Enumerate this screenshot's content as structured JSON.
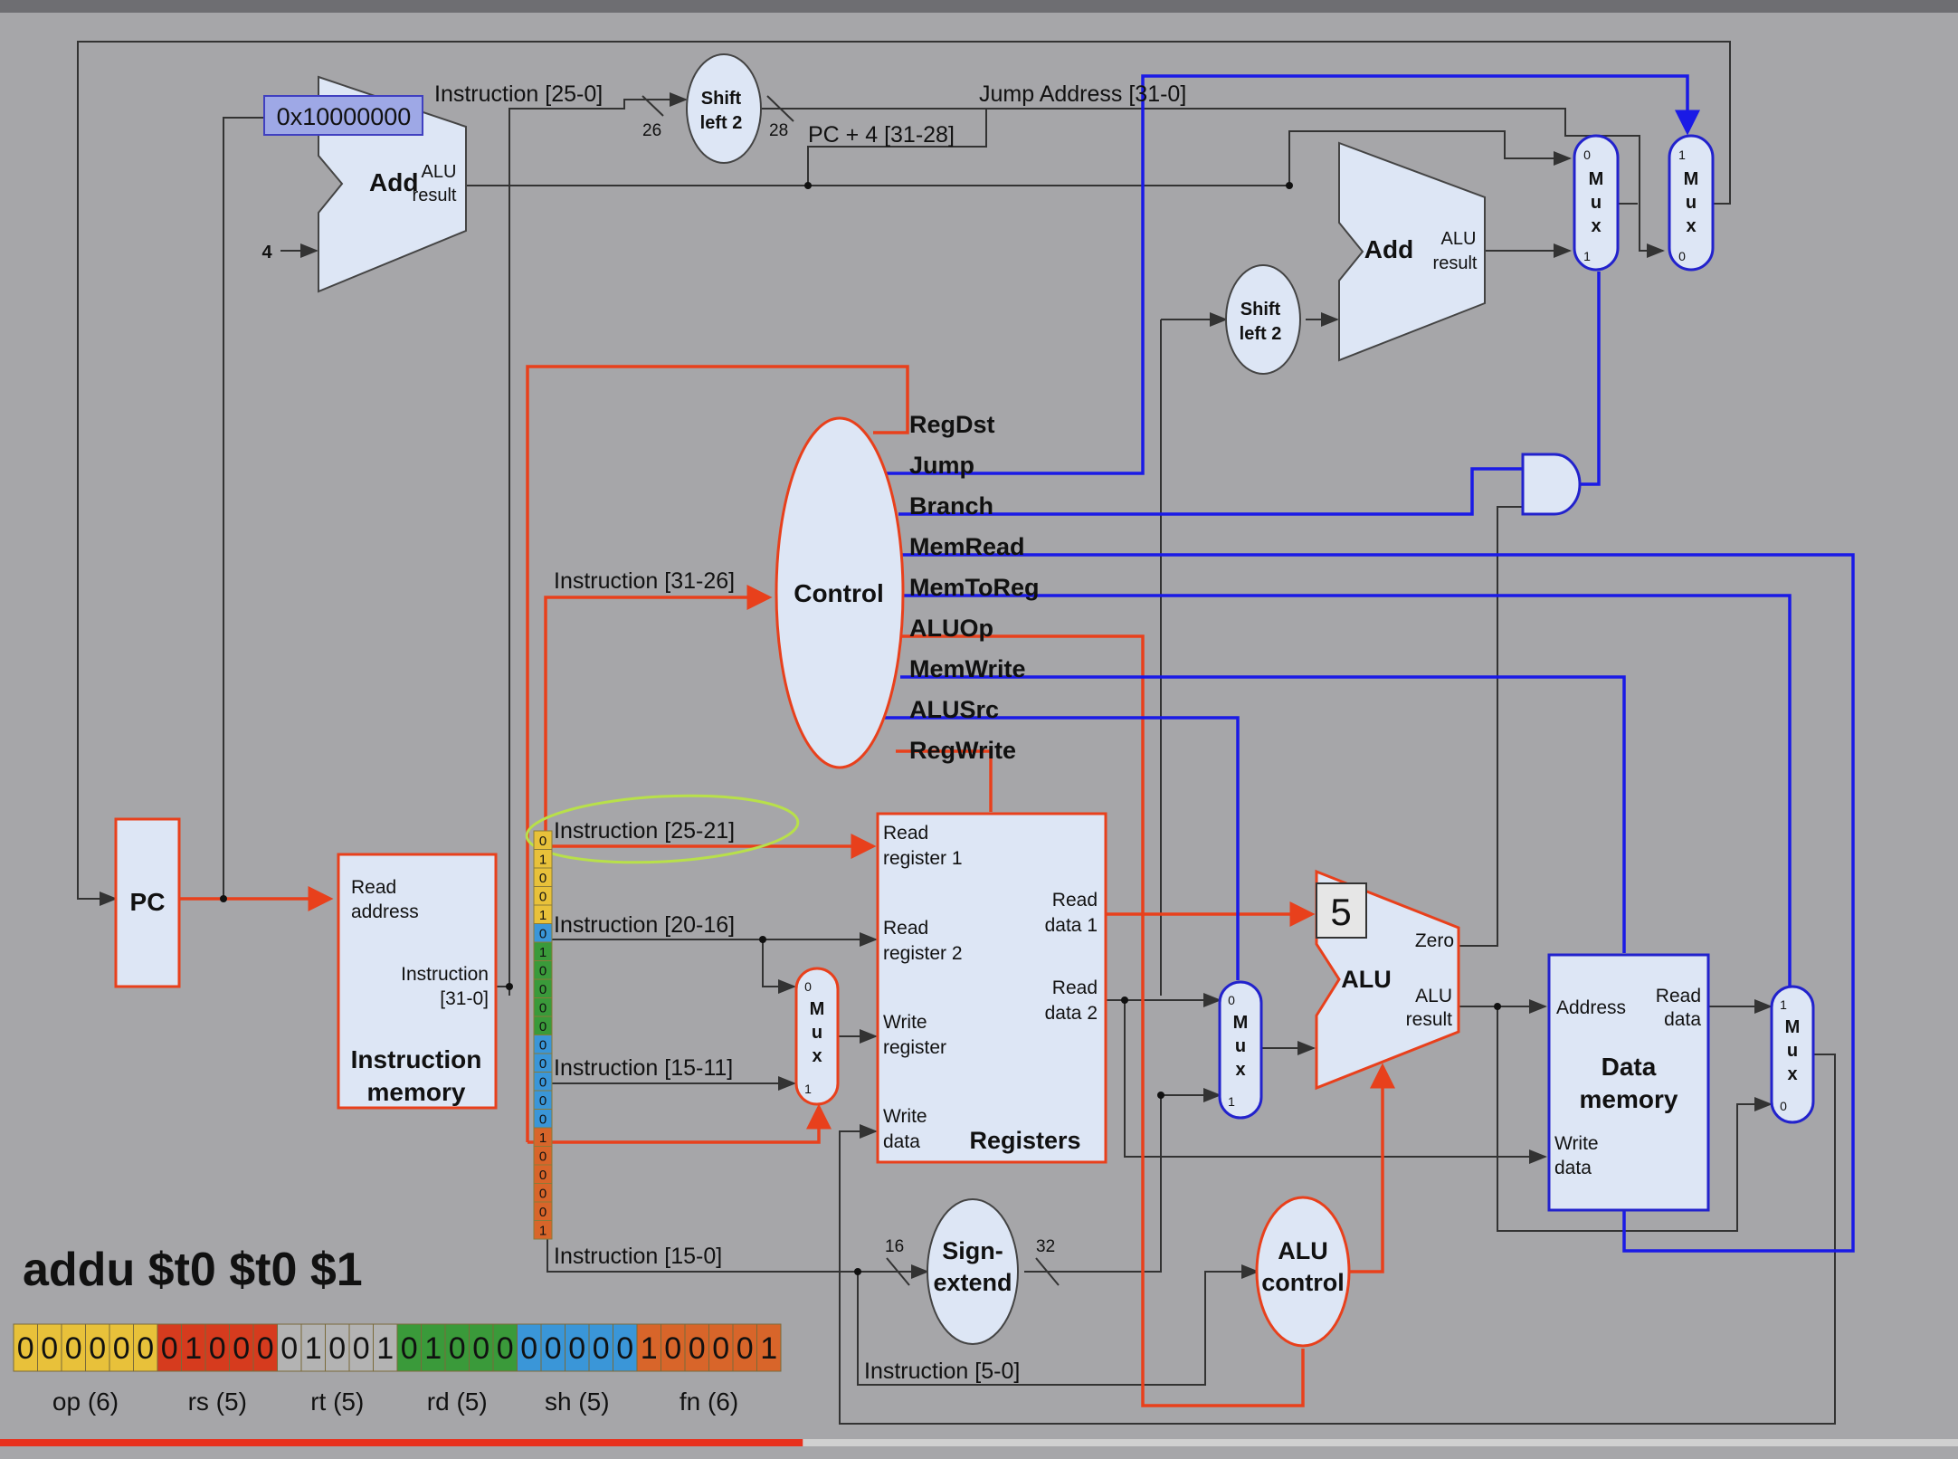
{
  "diagram": {
    "pc_value": "0x10000000",
    "instruction_text": "addu $t0 $t0 $1",
    "alu_badge": "5",
    "units": {
      "add_top": "Add",
      "add_top_result": [
        "ALU",
        "result"
      ],
      "const_four": "4",
      "add_right": "Add",
      "add_right_result": [
        "ALU",
        "result"
      ],
      "shift_top": [
        "Shift",
        "left 2"
      ],
      "shift_mid": [
        "Shift",
        "left 2"
      ],
      "pc": "PC",
      "imem_read_address": [
        "Read",
        "address"
      ],
      "imem_instruction": [
        "Instruction",
        "[31-0]"
      ],
      "imem_title": [
        "Instruction",
        "memory"
      ],
      "control": "Control",
      "reg_read1": [
        "Read",
        "register 1"
      ],
      "reg_read2": [
        "Read",
        "register 2"
      ],
      "reg_write_reg": [
        "Write",
        "register"
      ],
      "reg_write_data": [
        "Write",
        "data"
      ],
      "reg_read_data1": [
        "Read",
        "data 1"
      ],
      "reg_read_data2": [
        "Read",
        "data 2"
      ],
      "reg_title": "Registers",
      "alu": "ALU",
      "alu_zero": "Zero",
      "alu_result": [
        "ALU",
        "result"
      ],
      "dmem_address": "Address",
      "dmem_read_data": [
        "Read",
        "data"
      ],
      "dmem_write_data": [
        "Write",
        "data"
      ],
      "dmem_title": [
        "Data",
        "memory"
      ],
      "sign_extend": [
        "Sign-",
        "extend"
      ],
      "alu_control": [
        "ALU",
        "control"
      ],
      "mux_letters": [
        "M",
        "u",
        "x"
      ]
    },
    "wires": {
      "instr_25_0": "Instruction [25-0]",
      "jump_address": "Jump Address [31-0]",
      "pc4": "PC + 4 [31-28]",
      "w26": "26",
      "w28": "28",
      "instr_31_26": "Instruction [31-26]",
      "instr_25_21": "Instruction [25-21]",
      "instr_20_16": "Instruction [20-16]",
      "instr_15_11": "Instruction [15-11]",
      "instr_15_0": "Instruction [15-0]",
      "instr_5_0": "Instruction [5-0]",
      "w16": "16",
      "w32": "32"
    },
    "control_signals": [
      "RegDst",
      "Jump",
      "Branch",
      "MemRead",
      "MemToReg",
      "ALUOp",
      "MemWrite",
      "ALUSrc",
      "RegWrite"
    ],
    "vertical_bits": [
      "0",
      "1",
      "0",
      "0",
      "1",
      "0",
      "1",
      "0",
      "0",
      "0",
      "0",
      "0",
      "0",
      "0",
      "0",
      "0",
      "1",
      "0",
      "0",
      "0",
      "0",
      "1"
    ],
    "encoding": {
      "fields": [
        {
          "bits": [
            "0",
            "0",
            "0",
            "0",
            "0",
            "0"
          ],
          "label": "op (6)",
          "color": "#e8c13a"
        },
        {
          "bits": [
            "0",
            "1",
            "0",
            "0",
            "0"
          ],
          "label": "rs (5)",
          "color": "#d63b1e"
        },
        {
          "bits": [
            "0",
            "1",
            "0",
            "0",
            "1"
          ],
          "label": "rt (5)",
          "color": "#b3b3b3"
        },
        {
          "bits": [
            "0",
            "1",
            "0",
            "0",
            "0"
          ],
          "label": "rd (5)",
          "color": "#3a9a3a"
        },
        {
          "bits": [
            "0",
            "0",
            "0",
            "0",
            "0"
          ],
          "label": "sh (5)",
          "color": "#3a96d8"
        },
        {
          "bits": [
            "1",
            "0",
            "0",
            "0",
            "0",
            "1"
          ],
          "label": "fn (6)",
          "color": "#d8652a"
        }
      ]
    },
    "colors": {
      "active": "#e8401c",
      "control": "#1a1ae6",
      "unit_fill": "#dde6f5"
    },
    "video_progress": 0.41
  }
}
